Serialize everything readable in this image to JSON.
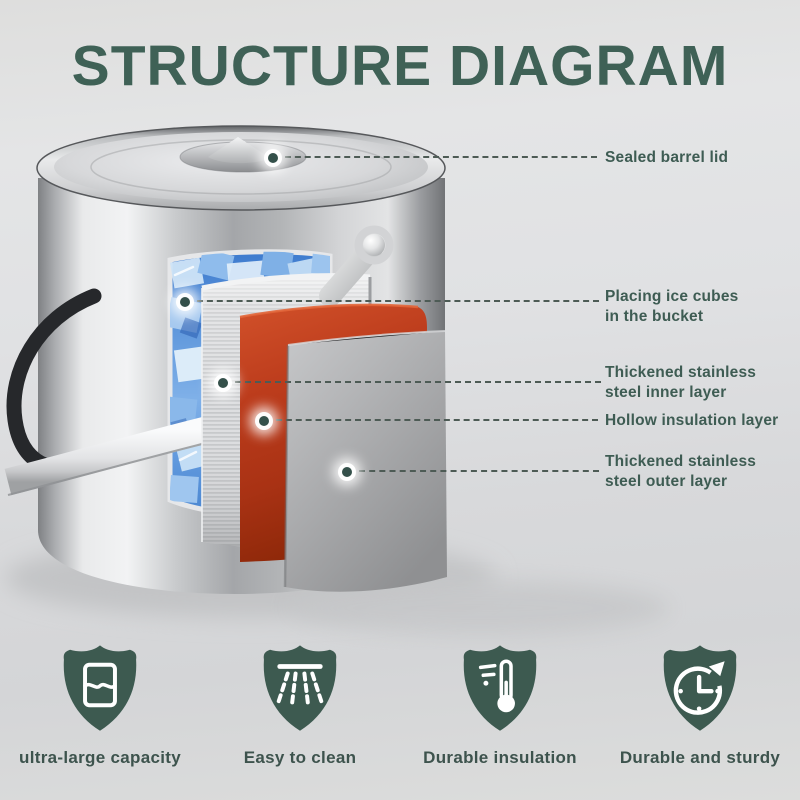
{
  "title": "STRUCTURE DIAGRAM",
  "colors": {
    "accent_green": "#3f6156",
    "shield_green": "#3d5a50",
    "label_green": "#3e5c53",
    "insulation_red": "#b93a1b",
    "ice_blue": "#4a86d0",
    "steel_silver": "#c9cacc"
  },
  "callouts": [
    {
      "label_line1": "Sealed barrel lid",
      "label_line2": ""
    },
    {
      "label_line1": "Placing ice cubes",
      "label_line2": "in the bucket"
    },
    {
      "label_line1": "Thickened stainless",
      "label_line2": "steel inner layer"
    },
    {
      "label_line1": "Hollow insulation layer",
      "label_line2": ""
    },
    {
      "label_line1": "Thickened stainless",
      "label_line2": "steel outer layer"
    }
  ],
  "features": [
    {
      "icon": "capacity-icon",
      "label": "ultra-large capacity"
    },
    {
      "icon": "spray-clean-icon",
      "label": "Easy to clean"
    },
    {
      "icon": "thermometer-icon",
      "label": "Durable insulation"
    },
    {
      "icon": "clock-arrow-icon",
      "label": "Durable and sturdy"
    }
  ]
}
